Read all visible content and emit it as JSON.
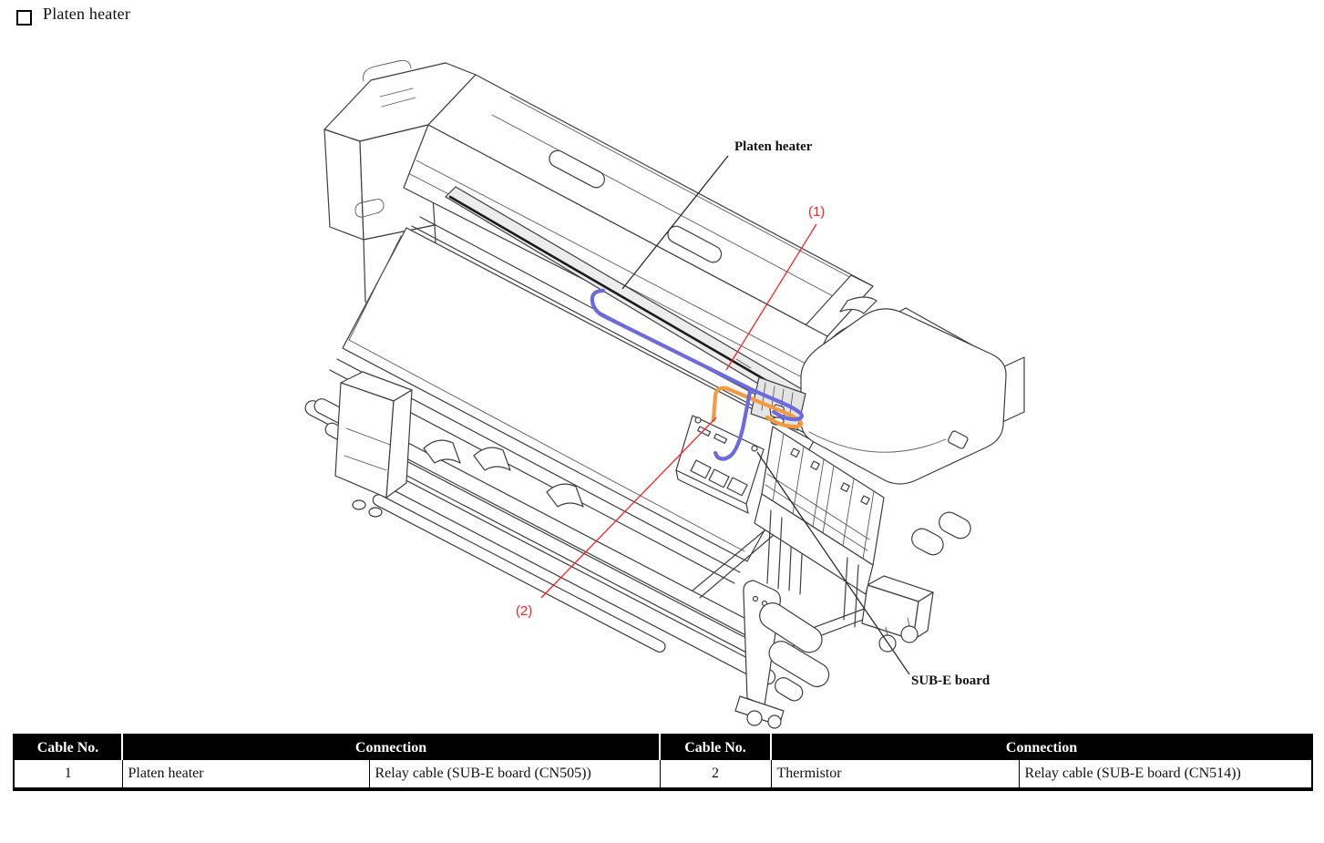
{
  "section": {
    "title": "Platen heater"
  },
  "figure": {
    "type": "isometric printer cable-routing diagram",
    "labels": {
      "platen_heater": "Platen heater",
      "callout_1": "(1)",
      "callout_2": "(2)",
      "sub_e_board": "SUB-E board"
    },
    "colors": {
      "cable_1_platen_heater": "#6b6bdf",
      "cable_2_thermistor": "#f59a40",
      "callout_red": "#ff1f1f",
      "line_art": "#3d3d3d",
      "heater_strip_fill": "#ececec"
    }
  },
  "table": {
    "headers": [
      "Cable No.",
      "Connection",
      "Cable No.",
      "Connection"
    ],
    "rows": [
      [
        "1",
        "Platen heater",
        "Relay cable (SUB-E board (CN505))",
        "2",
        "Thermistor",
        "Relay cable (SUB-E board (CN514))"
      ]
    ]
  }
}
